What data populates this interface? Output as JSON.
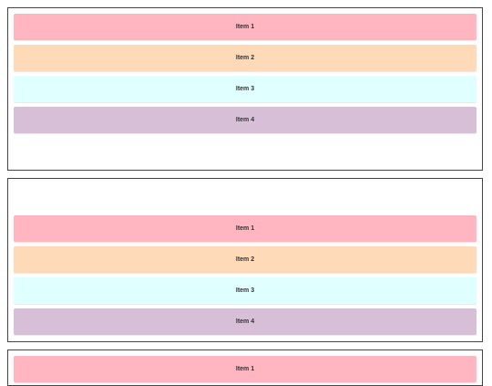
{
  "colors": {
    "pink": "#ffb6c1",
    "peach": "#ffdab9",
    "cyan": "#e0ffff",
    "lavender": "#d8bfd8"
  },
  "panels": [
    {
      "items": [
        {
          "label": "Item 1"
        },
        {
          "label": "Item 2"
        },
        {
          "label": "Item 3"
        },
        {
          "label": "Item 4"
        }
      ]
    },
    {
      "items": [
        {
          "label": "Item 1"
        },
        {
          "label": "Item 2"
        },
        {
          "label": "Item 3"
        },
        {
          "label": "Item 4"
        }
      ]
    },
    {
      "items": [
        {
          "label": "Item 1"
        }
      ]
    }
  ]
}
